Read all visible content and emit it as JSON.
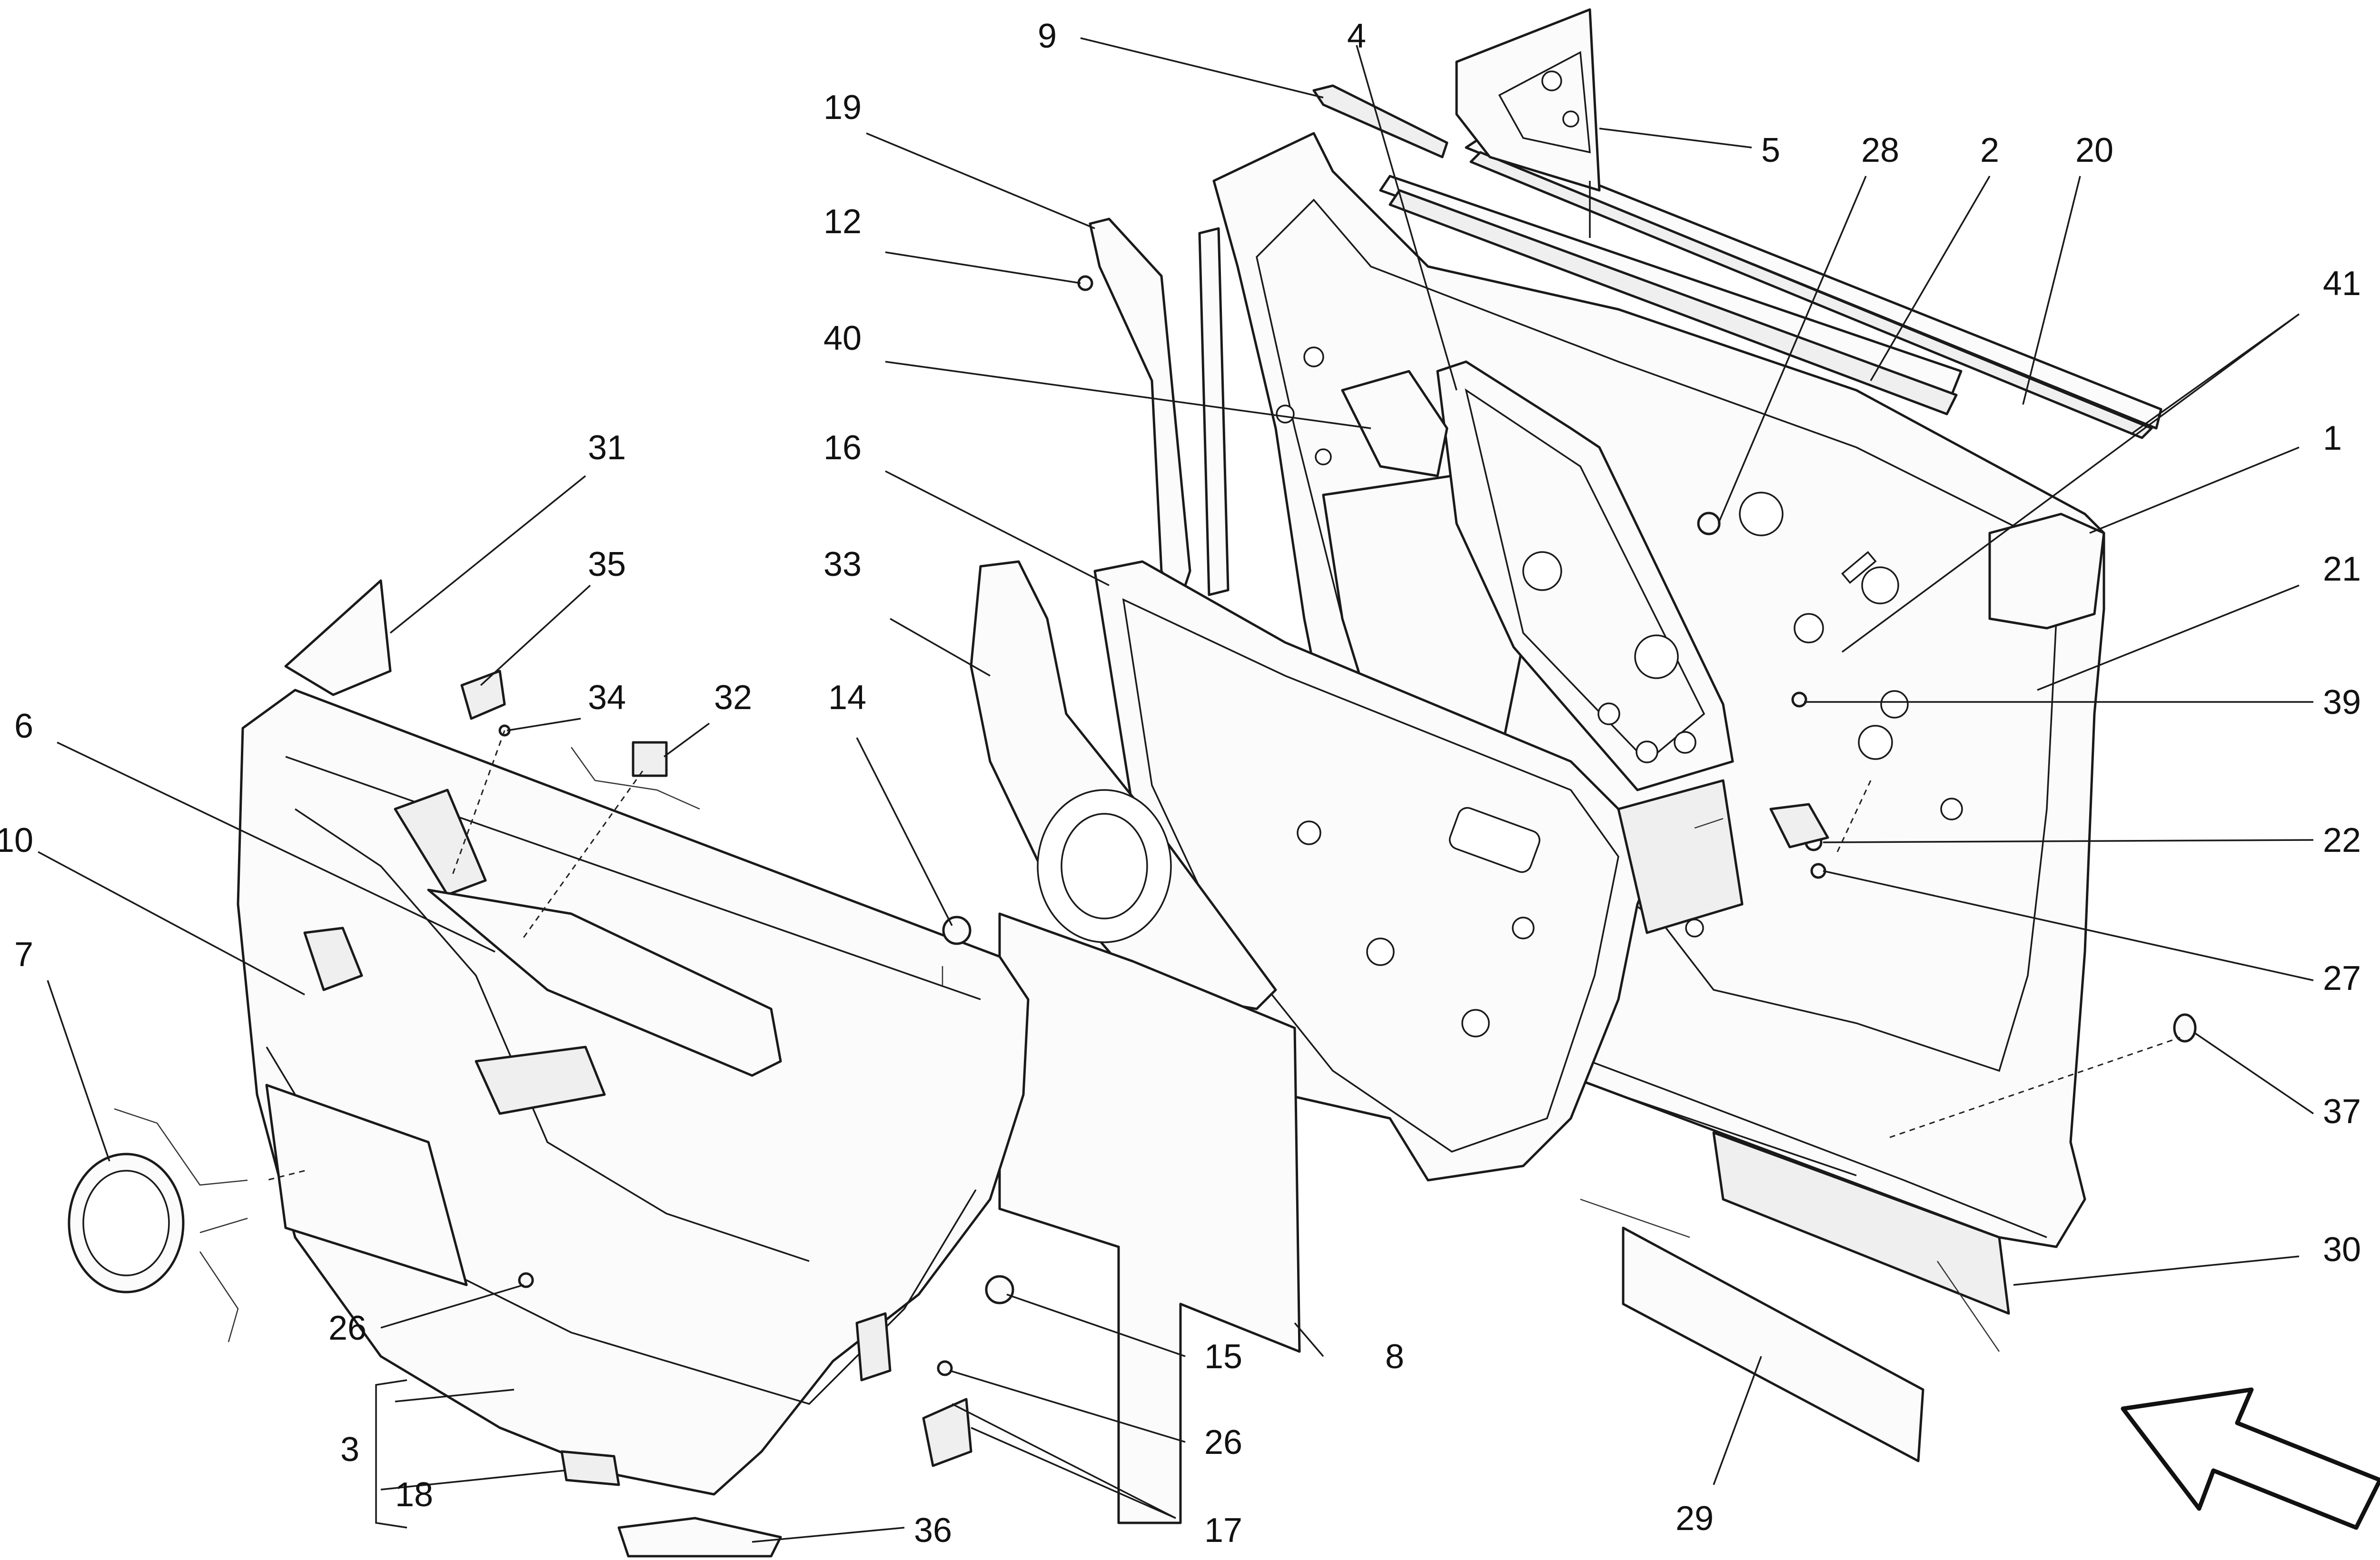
{
  "diagram": {
    "callouts": [
      "9",
      "4",
      "5",
      "28",
      "2",
      "20",
      "19",
      "12",
      "41",
      "40",
      "1",
      "16",
      "21",
      "33",
      "31",
      "35",
      "34",
      "32",
      "14",
      "39",
      "6",
      "22",
      "10",
      "27",
      "7",
      "37",
      "30",
      "26",
      "15",
      "8",
      "3",
      "18",
      "26",
      "17",
      "29",
      "36"
    ],
    "icon": "direction-arrow-icon"
  }
}
